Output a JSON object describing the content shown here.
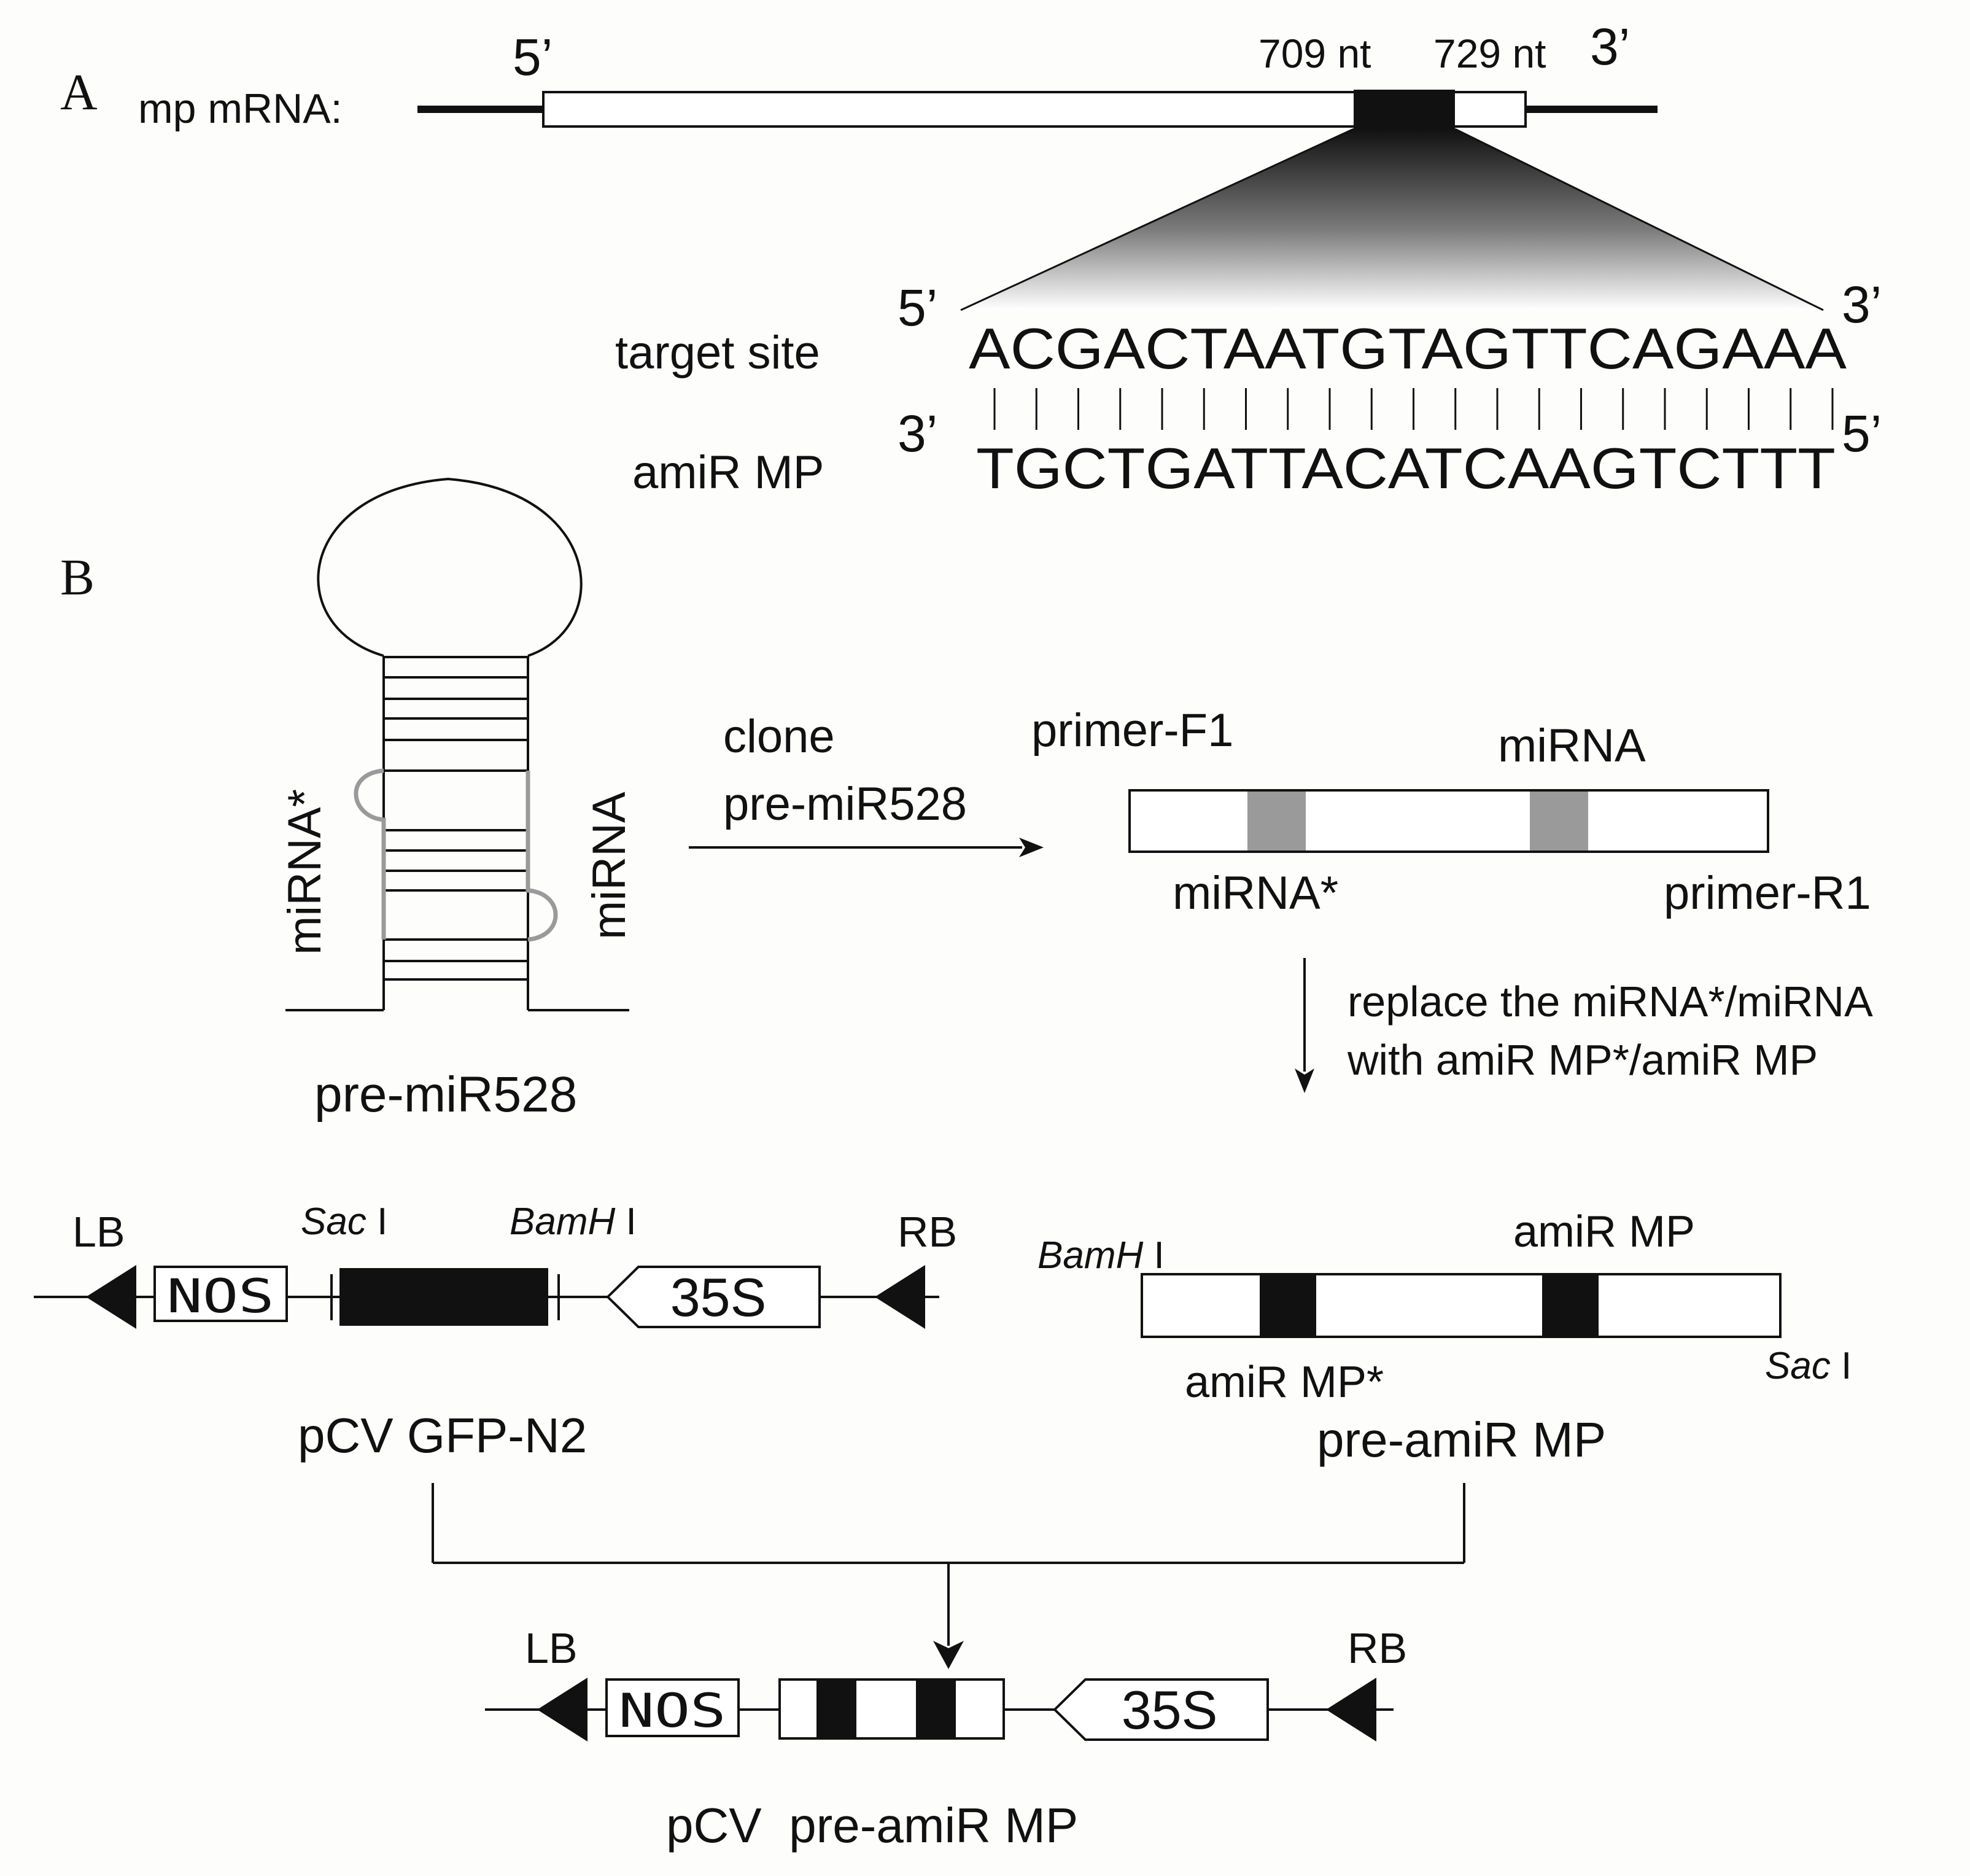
{
  "panel_a": {
    "label": "A",
    "mrna_label": "mp mRNA:",
    "five_prime": "5’",
    "three_prime": "3’",
    "pos_start": "709 nt",
    "pos_end": "729 nt",
    "target_label": "target site",
    "target_seq": "ACGACTAATGTAGTTCAGAAA",
    "amir_label": "amiR MP",
    "amir_seq": "TGCTGATTACATCAAGTCTTT",
    "target_5": "5’",
    "target_3": "3’",
    "amir_3": "3’",
    "amir_5": "5’"
  },
  "panel_b": {
    "label": "B",
    "hairpin_star_label": "miRNA*",
    "hairpin_mirna_label": "miRNA",
    "hairpin_name": "pre-miR528",
    "arrow1_line1": "clone",
    "arrow1_line2": "pre-miR528",
    "primer_f": "primer-F1",
    "primer_r": "primer-R1",
    "construct1_mirna": "miRNA",
    "construct1_star": "miRNA*",
    "replace_line1": "replace the miRNA*/miRNA",
    "replace_line2": "with amiR MP*/amiR MP",
    "vector1": {
      "lb": "LB",
      "rb": "RB",
      "nos": "NOS",
      "promoter": "35S",
      "sac_italic": "Sac",
      "sac_roman": " I",
      "bamh_italic": "BamH",
      "bamh_roman": " I",
      "name": "pCV GFP-N2"
    },
    "insert": {
      "bamh_italic": "BamH",
      "bamh_roman": " I",
      "sac_italic": "Sac",
      "sac_roman": " I",
      "amir": "amiR MP",
      "amir_star": "amiR MP*",
      "name": "pre-amiR MP"
    },
    "final": {
      "lb": "LB",
      "rb": "RB",
      "nos": "NOS",
      "promoter": "35S",
      "name": "pCV  pre-amiR MP"
    }
  }
}
